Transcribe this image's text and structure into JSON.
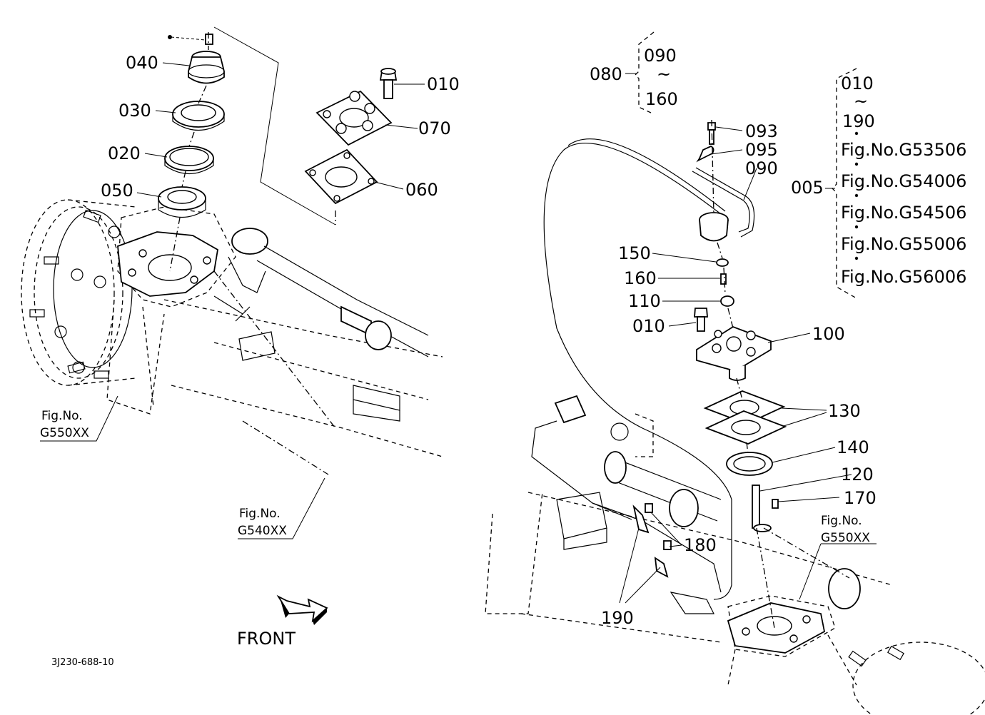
{
  "doc_code": "3J230-688-10",
  "front_label": "FRONT",
  "left_assembly": {
    "parts": {
      "p040": "040",
      "p030": "030",
      "p020": "020",
      "p050": "050",
      "p010": "010",
      "p070": "070",
      "p060": "060"
    },
    "ref_g550": {
      "line1": "Fig.No.",
      "line2": "G550XX"
    },
    "ref_g540": {
      "line1": "Fig.No.",
      "line2": "G540XX"
    }
  },
  "right_assembly": {
    "group_080": {
      "label": "080",
      "from": "090",
      "tilde": "~",
      "to": "160"
    },
    "group_005": {
      "label": "005",
      "from": "010",
      "tilde": "~",
      "to": "190",
      "figs": [
        "Fig.No.G53506",
        "Fig.No.G54006",
        "Fig.No.G54506",
        "Fig.No.G55006",
        "Fig.No.G56006"
      ]
    },
    "parts": {
      "p093": "093",
      "p095": "095",
      "p090": "090",
      "p150": "150",
      "p160": "160",
      "p110": "110",
      "p010": "010",
      "p100": "100",
      "p130": "130",
      "p140": "140",
      "p120": "120",
      "p170": "170",
      "p180": "180",
      "p190": "190"
    },
    "ref_g550": {
      "line1": "Fig.No.",
      "line2": "G550XX"
    }
  }
}
